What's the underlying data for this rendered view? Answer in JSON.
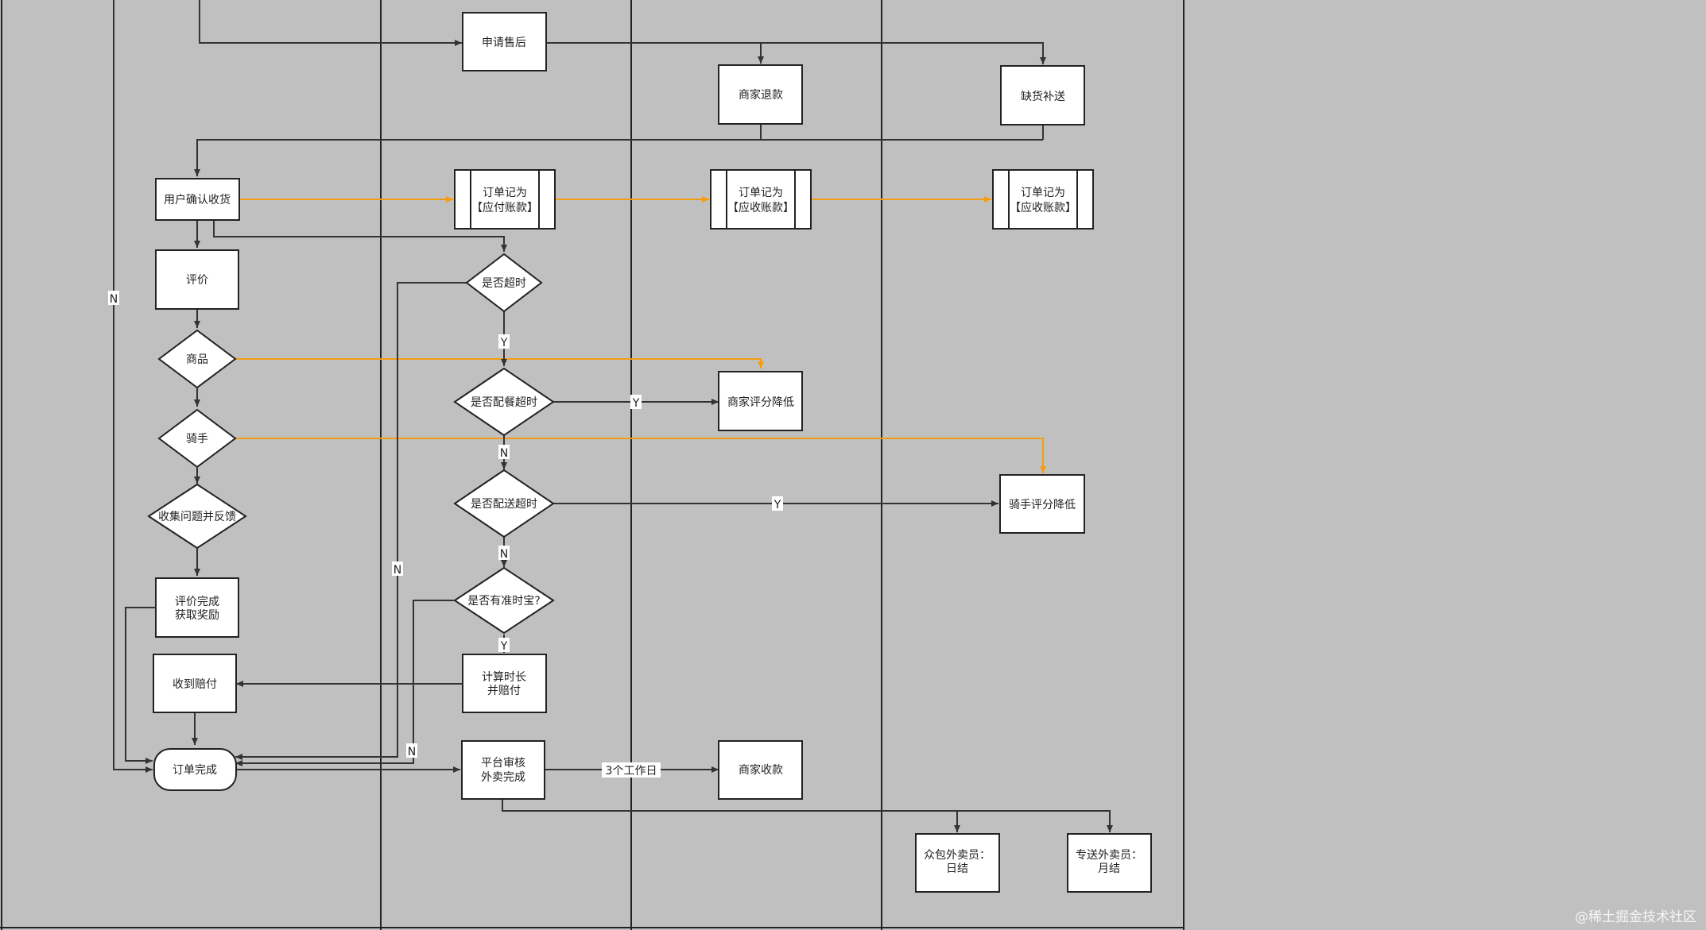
{
  "colors": {
    "background": "#c0c0c0",
    "lane_line": "#222222",
    "box_fill": "#ffffff",
    "box_stroke": "#222222",
    "arrow": "#333333",
    "accent_arrow": "#f39c12",
    "watermark": "#ffffff"
  },
  "nodes": {
    "apply_aftersale": "申请售后",
    "merchant_refund": "商家退款",
    "shortage_resend": "缺货补送",
    "user_confirm_receipt": "用户确认收货",
    "order_payable_line1": "订单记为",
    "order_payable_line2": "【应付账款】",
    "order_receivable_a_line1": "订单记为",
    "order_receivable_a_line2": "【应收账款】",
    "order_receivable_b_line1": "订单记为",
    "order_receivable_b_line2": "【应收账款】",
    "review": "评价",
    "is_timeout": "是否超时",
    "goods": "商品",
    "meal_prep_timeout": "是否配餐超时",
    "merchant_score_down": "商家评分降低",
    "rider": "骑手",
    "delivery_timeout": "是否配送超时",
    "rider_score_down": "骑手评分降低",
    "collect_feedback": "收集问题并反馈",
    "review_done_line1": "评价完成",
    "review_done_line2": "获取奖励",
    "has_ontime_insurance": "是否有准时宝?",
    "receive_compensation": "收到赔付",
    "calc_time_line1": "计算时长",
    "calc_time_line2": "并赔付",
    "order_complete": "订单完成",
    "platform_review_line1": "平台审核",
    "platform_review_line2": "外卖完成",
    "merchant_collect": "商家收款",
    "crowd_rider_line1": "众包外卖员：",
    "crowd_rider_line2": "日结",
    "dedicated_rider_line1": "专送外卖员：",
    "dedicated_rider_line2": "月结"
  },
  "edge_labels": {
    "n_left": "N",
    "y_timeout": "Y",
    "y_meal": "Y",
    "n_meal": "N",
    "y_delivery": "Y",
    "n_delivery": "N",
    "n_timeout": "N",
    "y_insurance": "Y",
    "n_insurance": "N",
    "three_days": "3个工作日"
  },
  "watermark": "@稀土掘金技术社区"
}
